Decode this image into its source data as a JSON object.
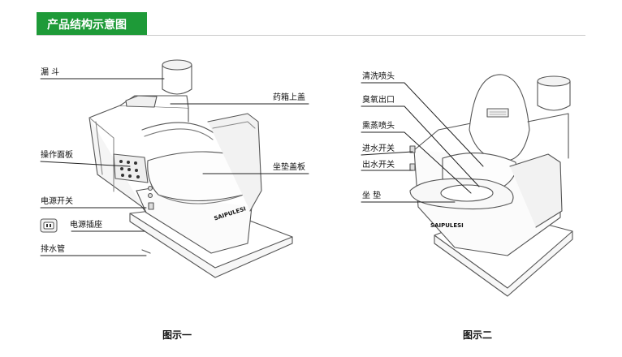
{
  "header": {
    "title": "产品结构示意图",
    "accent_color": "#1e9a38"
  },
  "figure1": {
    "caption": "图示一",
    "labels": {
      "funnel": "漏 斗",
      "medicine_box_lid": "药箱上盖",
      "control_panel": "操作面板",
      "seat_cover": "坐垫盖板",
      "power_switch": "电源开关",
      "power_socket": "电源插座",
      "drain_pipe": "排水管"
    },
    "brand_mark": "SAIPULESI"
  },
  "figure2": {
    "caption": "图示二",
    "labels": {
      "wash_nozzle": "清洗喷头",
      "ozone_outlet": "臭氧出口",
      "steam_nozzle": "熏蒸喷头",
      "water_in_switch": "进水开关",
      "water_out_switch": "出水开关",
      "seat_cushion": "坐 垫"
    },
    "brand_mark": "SAIPULESI"
  },
  "icons": {
    "power_socket": "power-socket-icon"
  }
}
